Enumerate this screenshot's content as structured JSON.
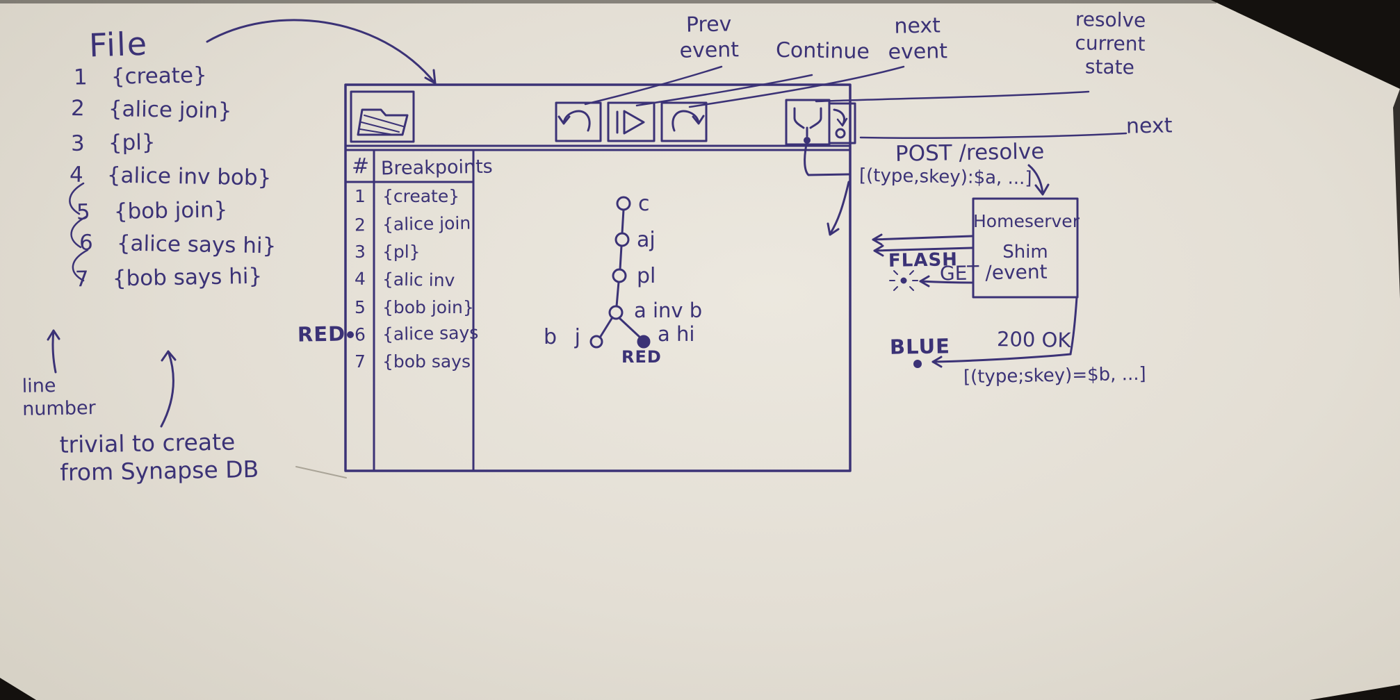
{
  "colors": {
    "ink": "#3b3276",
    "paper": "#e3ded4"
  },
  "file_panel": {
    "title": "File",
    "lines": [
      {
        "num": "1",
        "text": "{create}"
      },
      {
        "num": "2",
        "text": "{alice join}"
      },
      {
        "num": "3",
        "text": "{pl}"
      },
      {
        "num": "4",
        "text": "{alice inv bob}"
      },
      {
        "num": "5",
        "text": "{bob join}"
      },
      {
        "num": "6",
        "text": "{alice says hi}"
      },
      {
        "num": "7",
        "text": "{bob says hi}"
      }
    ],
    "line_number_label": "line\nnumber",
    "note": "trivial to create from Synapse DB"
  },
  "toolbar": {
    "prev_label": "Prev event",
    "continue_label": "Continue",
    "next_label": "next event",
    "resolve_label": "resolve current state",
    "next_state_label": "next"
  },
  "breakpoints": {
    "header_num": "#",
    "header_title": "Breakpoints",
    "rows": [
      {
        "num": "1",
        "text": "{create}"
      },
      {
        "num": "2",
        "text": "{alice join"
      },
      {
        "num": "3",
        "text": "{pl}"
      },
      {
        "num": "4",
        "text": "{alic inv"
      },
      {
        "num": "5",
        "text": "{bob join}"
      },
      {
        "num": "6",
        "text": "{alice says"
      },
      {
        "num": "7",
        "text": "{bob says"
      }
    ],
    "red_marker": "RED"
  },
  "dag": {
    "node_labels": [
      "c",
      "aj",
      "pl",
      "a inv b"
    ],
    "left_leaf_label": "b j",
    "right_leaf_label": "a hi",
    "red_marker": "RED"
  },
  "shim": {
    "title_line1": "Homeserver",
    "title_line2": "Shim",
    "post_request": "POST /resolve",
    "post_payload": "[(type,skey):$a, ...]",
    "get_request": "GET /event",
    "flash_marker": "FLASH",
    "blue_marker": "BLUE",
    "response": "200 OK",
    "response_payload": "[(type;skey)=$b, ...]"
  }
}
